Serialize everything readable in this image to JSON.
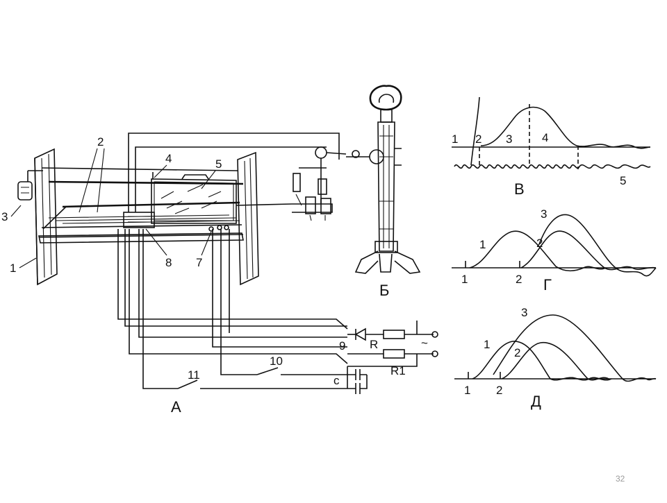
{
  "labels": {
    "a": {
      "n1": "1",
      "n2": "2",
      "n3": "3",
      "n4": "4",
      "n5": "5",
      "n7": "7",
      "n8": "8",
      "n9": "9",
      "n10": "10",
      "n11": "11",
      "r": "R",
      "r1": "R1",
      "c": "c",
      "ac": "~",
      "title": "А"
    },
    "b": {
      "title": "Б"
    },
    "v": {
      "n1": "1",
      "n2": "2",
      "n3": "3",
      "n4": "4",
      "n5": "5",
      "title": "В"
    },
    "g": {
      "c1": "1",
      "c2": "2",
      "c3": "3",
      "t1": "1",
      "t2": "2",
      "title": "Г"
    },
    "d": {
      "c1": "1",
      "c2": "2",
      "c3": "3",
      "t1": "1",
      "t2": "2",
      "title": "Д"
    }
  },
  "page_number": "32"
}
